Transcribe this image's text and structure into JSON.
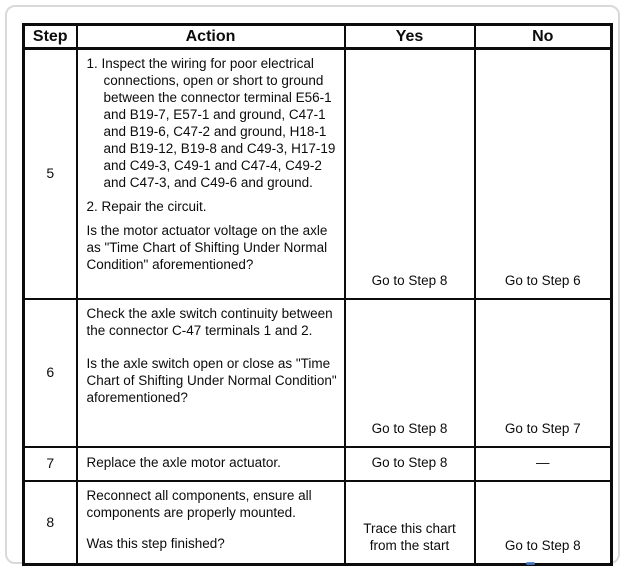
{
  "table": {
    "headers": [
      "Step",
      "Action",
      "Yes",
      "No"
    ],
    "rows": [
      {
        "step": "5",
        "item1": "1. Inspect the wiring for poor electrical connections, open or short to ground between the connector terminal E56-1 and B19-7, E57-1 and ground, C47-1 and B19-6, C47-2 and ground, H18-1 and B19-12, B19-8 and C49-3, H17-19 and C49-3, C49-1 and C47-4, C49-2 and C47-3, and C49-6 and ground.",
        "item2": "2. Repair the circuit.",
        "question": "Is the motor actuator voltage on the axle as \"Time Chart of Shifting Under Normal Condition\" aforementioned?",
        "yes": "Go to Step 8",
        "no": "Go to Step 6"
      },
      {
        "step": "6",
        "text": "Check the axle switch continuity between the connector C-47 terminals 1 and 2.",
        "question": "Is the axle switch open or close as \"Time Chart of Shifting Under Normal Condition\" aforementioned?",
        "yes": "Go to Step 8",
        "no": "Go to Step 7"
      },
      {
        "step": "7",
        "text": "Replace the axle motor actuator.",
        "yes": "Go to Step 8",
        "no": "—"
      },
      {
        "step": "8",
        "text": "Reconnect all components, ensure all components are properly mounted.",
        "question": "Was this step finished?",
        "yes": "Trace this chart from the start",
        "no": "Go to Step 8"
      }
    ]
  },
  "artifact": {
    "color": "#4a7fd0"
  }
}
